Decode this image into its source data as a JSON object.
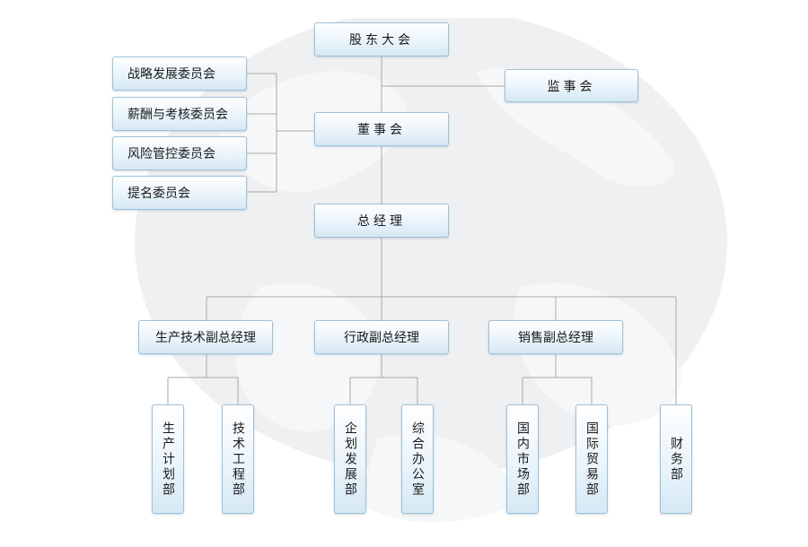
{
  "org": {
    "shareholders": "股东大会",
    "supervisors": "监事会",
    "board": "董事会",
    "gm": "总经理",
    "committees": [
      "战略发展委员会",
      "薪酬与考核委员会",
      "风险管控委员会",
      "提名委员会"
    ],
    "vps": [
      "生产技术副总经理",
      "行政副总经理",
      "销售副总经理"
    ],
    "departments": [
      "生产计划部",
      "技术工程部",
      "企划发展部",
      "综合办公室",
      "国内市场部",
      "国际贸易部",
      "财务部"
    ]
  },
  "colors": {
    "box_border": "#9fc1d8",
    "box_fill": "#eaf4fb",
    "line": "#a9a9a9",
    "watermark": "#eceeef"
  }
}
